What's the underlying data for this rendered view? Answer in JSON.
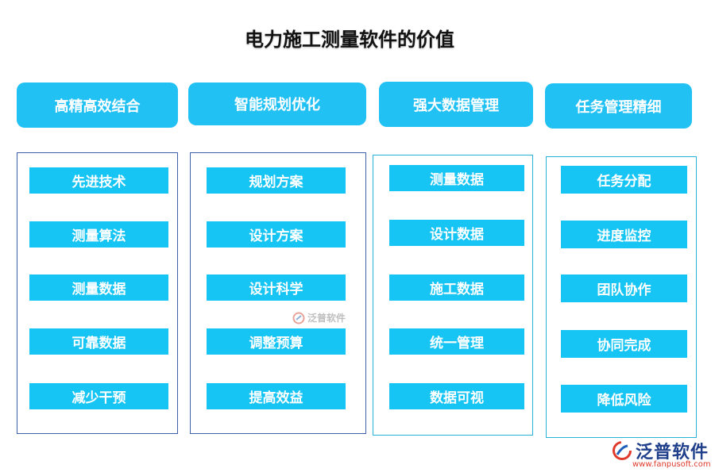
{
  "title": "电力施工测量软件的价值",
  "columns": [
    {
      "header": "高精高效结合",
      "items": [
        "先进技术",
        "测量算法",
        "测量数据",
        "可靠数据",
        "减少干预"
      ]
    },
    {
      "header": "智能规划优化",
      "items": [
        "规划方案",
        "设计方案",
        "设计科学",
        "调整预算",
        "提高效益"
      ]
    },
    {
      "header": "强大数据管理",
      "items": [
        "测量数据",
        "设计数据",
        "施工数据",
        "统一管理",
        "数据可视"
      ]
    },
    {
      "header": "任务管理精细",
      "items": [
        "任务分配",
        "进度监控",
        "团队协作",
        "协同完成",
        "降低风险"
      ]
    }
  ],
  "watermark": {
    "text": "泛普软件"
  },
  "logo": {
    "brand": "泛普软件",
    "url": "www.fanpusoft.com"
  },
  "colors": {
    "header_bg": "#22c1f4",
    "item_bg": "#16c5f3",
    "panel_border_blue": "#3d5fa8",
    "panel_border_cyan": "#27b3d8",
    "logo_text": "#1f3f8a",
    "url_text": "#e03a2d"
  }
}
